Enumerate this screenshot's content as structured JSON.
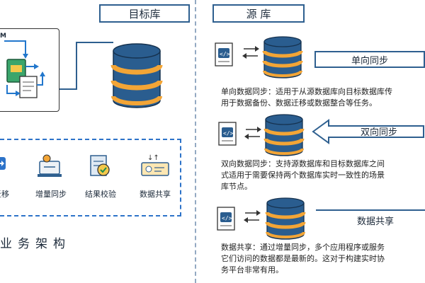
{
  "target_title": "目标库",
  "source_title": "源 库",
  "machine_label": "M",
  "tools": [
    {
      "label": "迁移",
      "icon": "migrate-icon"
    },
    {
      "label": "增量同步",
      "icon": "incremental-sync-icon"
    },
    {
      "label": "结果校验",
      "icon": "result-check-icon"
    },
    {
      "label": "数据共享",
      "icon": "data-share-icon"
    }
  ],
  "architecture_label": "业务架构",
  "modes": [
    {
      "label": "单向同步",
      "desc": "单向数据同步：适用于从源数据库向目标数据库传\n用于数据备份、数据迁移或数据整合等任务。"
    },
    {
      "label": "双向同步",
      "desc": "双向数据同步：支持源数据库和目标数据库之间\n式适用于需要保持两个数据库实时一致性的场景\n库节点。"
    },
    {
      "label": "数据共享",
      "desc": "数据共享：通过增量同步，多个应用程序或服务\n它们访问的数据都是最新的。这对于构建实时协\n务平台非常有用。"
    }
  ],
  "colors": {
    "accent": "#1e66c4",
    "db_blue": "#2a5d8f",
    "db_orange": "#f3a536",
    "border": "#2e5f8f"
  }
}
